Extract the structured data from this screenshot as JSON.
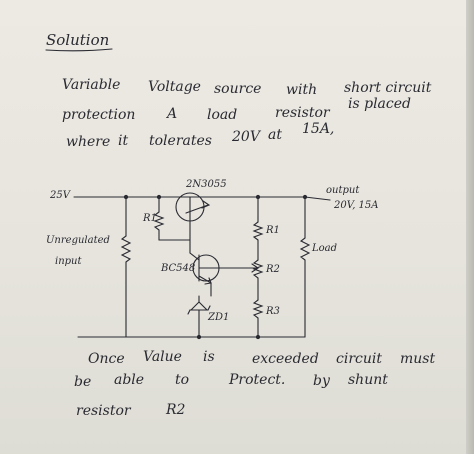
{
  "heading": "Solution",
  "paragraph": {
    "line1": [
      "Variable",
      "Voltage",
      "source",
      "with",
      "short circuit"
    ],
    "line2": [
      "protection",
      "A",
      "load",
      "resistor",
      "is placed"
    ],
    "line3": [
      "where",
      "it",
      "tolerates",
      "20V",
      "at",
      "15A,"
    ]
  },
  "circuit": {
    "transistor_pass": "2N3055",
    "output_label": "output",
    "output_rating": "20V, 15A",
    "input_voltage": "25V",
    "input_label_1": "Unregulated",
    "input_label_2": "input",
    "transistor_driver": "BC548",
    "r1_left": "R1",
    "r1_right": "R1",
    "r2": "R2",
    "r3": "R3",
    "zener": "ZD1",
    "load": "Load"
  },
  "note": {
    "line1": [
      "Once",
      "Value",
      "is",
      "exceeded",
      "circuit",
      "must"
    ],
    "line2": [
      "be",
      "able",
      "to",
      "Protect.",
      "by",
      "shunt"
    ],
    "line3": [
      "resistor",
      "R2"
    ]
  },
  "colors": {
    "ink": "#2a2a32",
    "paper": "#e8e6df"
  }
}
